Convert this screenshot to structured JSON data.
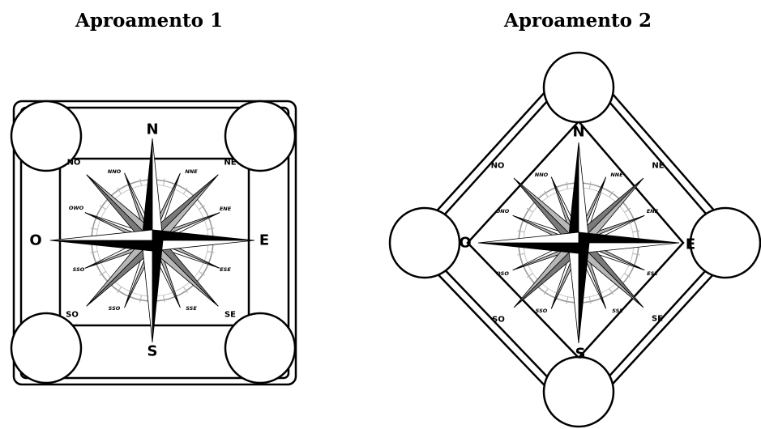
{
  "titles": {
    "left": "Aproamento 1",
    "right": "Aproamento 2"
  },
  "compass": {
    "cardinals": {
      "n": "N",
      "e": "E",
      "s": "S",
      "w": "O"
    },
    "intercardinals": {
      "ne": "NE",
      "se": "SE",
      "sw": "SO",
      "nw": "NO"
    },
    "minor": {
      "nne": "NNE",
      "ene": "ENE",
      "ese": "ESE",
      "sse": "SSE",
      "sso": "SSO",
      "oso": "OSO",
      "ono": "ONO",
      "nno": "NNO"
    },
    "minor_left_diagram": {
      "oso": "SSO",
      "ono": "OWO"
    },
    "colors": {
      "black": "#000000",
      "dark_gray": "#7a7a7a",
      "light_gray": "#b8b8b8",
      "white": "#ffffff"
    }
  }
}
